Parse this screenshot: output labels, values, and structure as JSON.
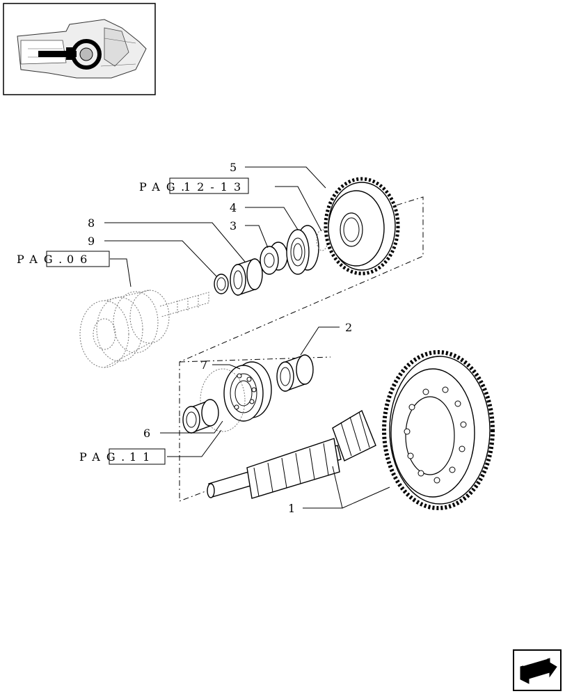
{
  "callouts": {
    "n1": "1",
    "n2": "2",
    "n3": "3",
    "n4": "4",
    "n5": "5",
    "n6": "6",
    "n7": "7",
    "n8": "8",
    "n9": "9"
  },
  "page_refs": {
    "ref_12_13": {
      "prefix": "PAG.",
      "page": "12-13"
    },
    "ref_06": {
      "prefix": "PAG.",
      "page": "06"
    },
    "ref_11": {
      "prefix": "PAG.",
      "page": "11"
    }
  },
  "icons": {
    "navigation": "next-page-arrow-icon",
    "thumbnail": "transmission-location-thumbnail"
  }
}
